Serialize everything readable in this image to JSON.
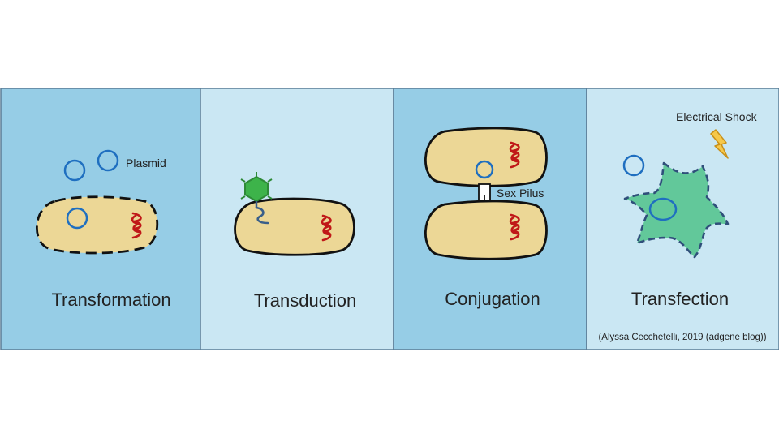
{
  "colors": {
    "panel_dark": "#96cde6",
    "panel_light": "#cae7f3",
    "panel_border": "#5a7d96",
    "cell_fill": "#ecd796",
    "plasmid_blue": "#1f6fc0",
    "chromosome_red": "#c01818",
    "phage_green": "#3db34a",
    "phage_dna": "#3a5f8a",
    "animal_cell": "#62c89a",
    "animal_border": "#2f4f7a",
    "bolt_fill": "#f6c84a"
  },
  "panels": [
    {
      "title": "Transformation",
      "labels": {
        "plasmid": "Plasmid"
      }
    },
    {
      "title": "Transduction"
    },
    {
      "title": "Conjugation",
      "labels": {
        "pilus": "Sex Pilus"
      }
    },
    {
      "title": "Transfection",
      "labels": {
        "shock": "Electrical Shock"
      }
    }
  ],
  "citation": "(Alyssa Cecchetelli, 2019 (adgene blog))"
}
